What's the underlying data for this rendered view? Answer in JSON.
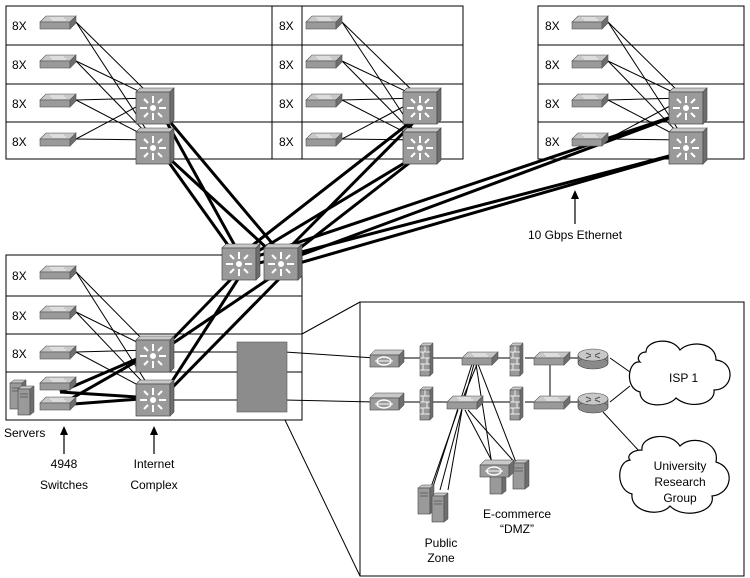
{
  "blocks": {
    "multiplier": "8X"
  },
  "labels": {
    "ethernet": "10 Gbps Ethernet",
    "servers": "Servers",
    "switches_4948_line1": "4948",
    "switches_4948_line2": "Switches",
    "internet_complex_line1": "Internet",
    "internet_complex_line2": "Complex",
    "isp": "ISP 1",
    "university_line1": "University",
    "university_line2": "Research",
    "university_line3": "Group",
    "public_zone_line1": "Public",
    "public_zone_line2": "Zone",
    "ecommerce_line1": "E-commerce",
    "ecommerce_line2": "“DMZ”"
  },
  "colors": {
    "device_face": "#9a9a9a",
    "device_top": "#c8c8c8",
    "device_side": "#6e6e6e",
    "internet_block": "#8c8c8c"
  },
  "icons": [
    "access-switch-icon",
    "multilayer-switch-icon",
    "router-icon",
    "firewall-icon",
    "server-icon",
    "cloud-icon",
    "load-balancer-icon"
  ]
}
